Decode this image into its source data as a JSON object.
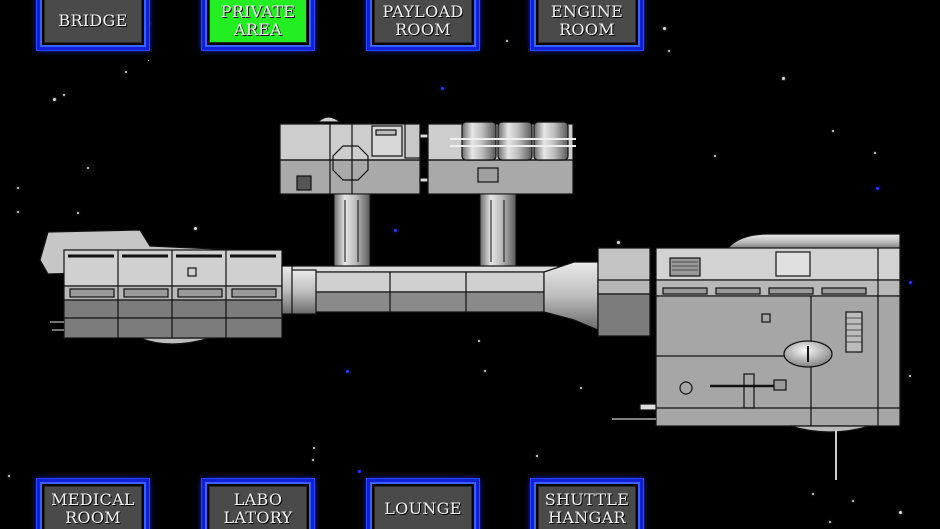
{
  "top_nav": [
    {
      "id": "bridge",
      "lines": [
        "BRIDGE",
        ""
      ],
      "active": false
    },
    {
      "id": "private-area",
      "lines": [
        "PRIVATE",
        "AREA"
      ],
      "active": true
    },
    {
      "id": "payload-room",
      "lines": [
        "PAYLOAD",
        "ROOM"
      ],
      "active": false
    },
    {
      "id": "engine-room",
      "lines": [
        "ENGINE",
        "ROOM"
      ],
      "active": false
    }
  ],
  "bottom_nav": [
    {
      "id": "medical-room",
      "lines": [
        "MEDICAL",
        "ROOM"
      ],
      "active": false
    },
    {
      "id": "labolatory",
      "lines": [
        "LABO",
        "LATORY"
      ],
      "active": false
    },
    {
      "id": "lounge",
      "lines": [
        "LOUNGE",
        ""
      ],
      "active": false
    },
    {
      "id": "shuttle-hangar",
      "lines": [
        "SHUTTLE",
        "HANGAR"
      ],
      "active": false
    }
  ],
  "colors": {
    "background": "#000000",
    "button_border": "#1020d8",
    "button_face": "#4a4a4a",
    "button_active_face": "#22ee22",
    "button_text": "#f2f2f2",
    "hull_light": "#d4d4d4",
    "hull_mid": "#a8a8a8",
    "hull_dark": "#7c7c7c"
  }
}
